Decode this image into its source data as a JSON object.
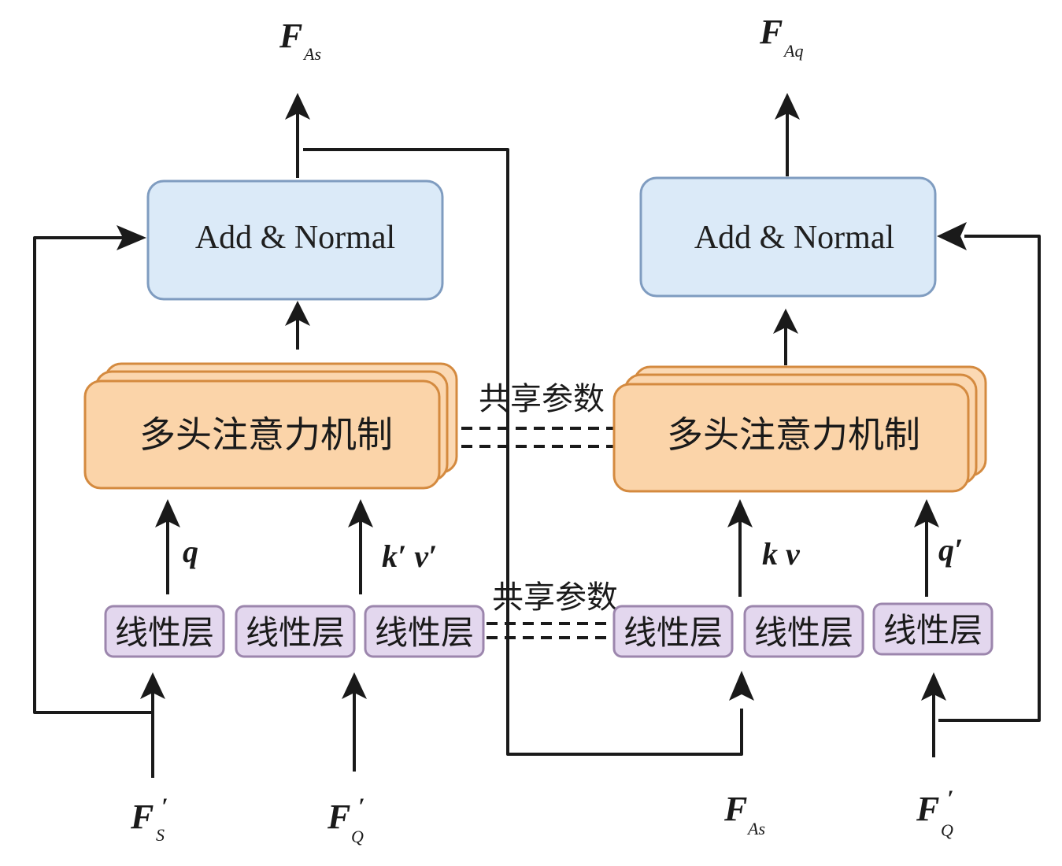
{
  "diagram": {
    "title": "Cross attention with shared parameters",
    "colors": {
      "add_norm_fill": "#dbeaf8",
      "add_norm_stroke": "#7f9cc0",
      "attention_fill": "#fbd4a9",
      "attention_stroke": "#d48a3f",
      "linear_fill": "#e3d7ee",
      "linear_stroke": "#9c86ad",
      "line": "#1a1a1a"
    },
    "left_branch": {
      "output": {
        "main": "F",
        "sub": "As"
      },
      "add_norm_label": "Add & Normal",
      "attention_label": "多头注意力机制",
      "linear_layers": [
        "线性层",
        "线性层",
        "线性层"
      ],
      "edge_labels": {
        "q": "q",
        "kv": "k′ v′"
      },
      "inputs": [
        {
          "main": "F",
          "sub": "S",
          "prime": "′"
        },
        {
          "main": "F",
          "sub": "Q",
          "prime": "′"
        }
      ]
    },
    "right_branch": {
      "output": {
        "main": "F",
        "sub": "Aq"
      },
      "add_norm_label": "Add & Normal",
      "attention_label": "多头注意力机制",
      "linear_layers": [
        "线性层",
        "线性层",
        "线性层"
      ],
      "edge_labels": {
        "kv": "k v",
        "q": "q′"
      },
      "inputs": [
        {
          "main": "F",
          "sub": "As",
          "prime": ""
        },
        {
          "main": "F",
          "sub": "Q",
          "prime": "′"
        }
      ]
    },
    "shared_labels": {
      "attention": "共享参数",
      "linear": "共享参数"
    }
  }
}
